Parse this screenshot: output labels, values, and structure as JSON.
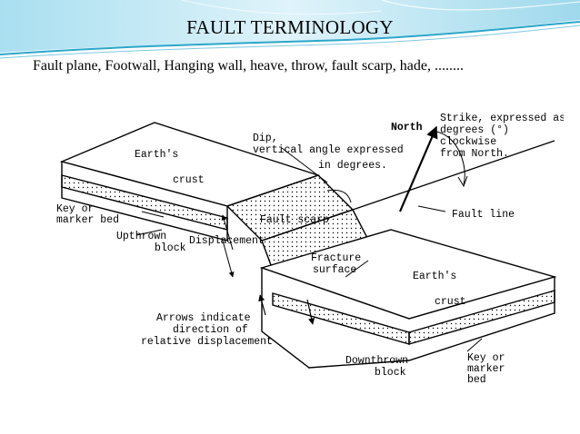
{
  "slide": {
    "title": "FAULT TERMINOLOGY",
    "subtitle": "Fault plane, Footwall, Hanging wall, heave, throw, fault scarp, hade, ........"
  },
  "diagram": {
    "labels": {
      "north": "North",
      "strike_1": "Strike, expressed as",
      "strike_2": "degrees (°)",
      "strike_3": "clockwise",
      "strike_4": "from North.",
      "dip_1": "Dip,",
      "dip_2": "vertical angle expressed",
      "dip_3": "in degrees.",
      "earths_left": "Earth's",
      "crust_left": "crust",
      "key_left_1": "Key or",
      "key_left_2": "marker bed",
      "upthrown_1": "Upthrown",
      "upthrown_2": "block",
      "fault_scarp": "Fault scarp",
      "displacement": "Displacement",
      "fault_line": "Fault line",
      "fracture_1": "Fracture",
      "fracture_2": "surface",
      "earths_right": "Earth's",
      "crust_right": "crust",
      "arrows_1": "Arrows indicate",
      "arrows_2": "direction of",
      "arrows_3": "relative displacement",
      "downthrown_1": "Downthrown",
      "downthrown_2": "block",
      "key_right_1": "Key or",
      "key_right_2": "marker",
      "key_right_3": "bed"
    }
  },
  "colors": {
    "header_teal": "#2aa7c9",
    "header_light": "#bfe6f2"
  }
}
